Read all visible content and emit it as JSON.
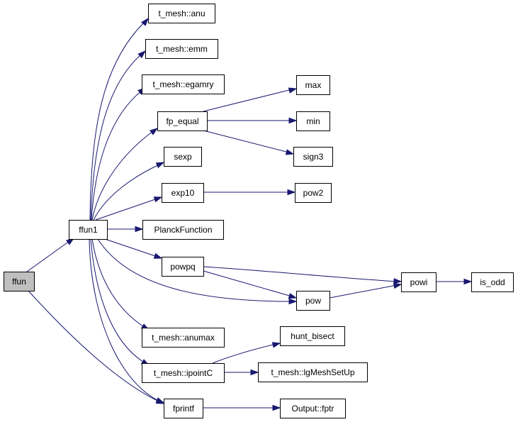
{
  "graph": {
    "colors": {
      "edge": "#191970",
      "root_fill": "#bfbfbf",
      "node_fill": "#ffffff",
      "node_border": "#000000"
    },
    "nodes": [
      {
        "id": "ffun",
        "label": "ffun",
        "root": true
      },
      {
        "id": "ffun1",
        "label": "ffun1"
      },
      {
        "id": "anu",
        "label": "t_mesh::anu"
      },
      {
        "id": "emm",
        "label": "t_mesh::emm"
      },
      {
        "id": "egamry",
        "label": "t_mesh::egamry"
      },
      {
        "id": "fp_equal",
        "label": "fp_equal"
      },
      {
        "id": "sexp",
        "label": "sexp"
      },
      {
        "id": "exp10",
        "label": "exp10"
      },
      {
        "id": "planck",
        "label": "PlanckFunction"
      },
      {
        "id": "powpq",
        "label": "powpq"
      },
      {
        "id": "pow",
        "label": "pow"
      },
      {
        "id": "anumax",
        "label": "t_mesh::anumax"
      },
      {
        "id": "ipointC",
        "label": "t_mesh::ipointC"
      },
      {
        "id": "fprintf",
        "label": "fprintf"
      },
      {
        "id": "max",
        "label": "max"
      },
      {
        "id": "min",
        "label": "min"
      },
      {
        "id": "sign3",
        "label": "sign3"
      },
      {
        "id": "pow2",
        "label": "pow2"
      },
      {
        "id": "powi",
        "label": "powi"
      },
      {
        "id": "is_odd",
        "label": "is_odd"
      },
      {
        "id": "hunt_bisect",
        "label": "hunt_bisect"
      },
      {
        "id": "lgMeshSetUp",
        "label": "t_mesh::lgMeshSetUp"
      },
      {
        "id": "fptr",
        "label": "Output::fptr"
      }
    ],
    "edges": [
      {
        "from": "ffun",
        "to": "ffun1"
      },
      {
        "from": "ffun",
        "to": "fprintf"
      },
      {
        "from": "ffun1",
        "to": "anu"
      },
      {
        "from": "ffun1",
        "to": "emm"
      },
      {
        "from": "ffun1",
        "to": "egamry"
      },
      {
        "from": "ffun1",
        "to": "fp_equal"
      },
      {
        "from": "ffun1",
        "to": "sexp"
      },
      {
        "from": "ffun1",
        "to": "exp10"
      },
      {
        "from": "ffun1",
        "to": "planck"
      },
      {
        "from": "ffun1",
        "to": "powpq"
      },
      {
        "from": "ffun1",
        "to": "pow"
      },
      {
        "from": "ffun1",
        "to": "anumax"
      },
      {
        "from": "ffun1",
        "to": "ipointC"
      },
      {
        "from": "ffun1",
        "to": "fprintf"
      },
      {
        "from": "fp_equal",
        "to": "max"
      },
      {
        "from": "fp_equal",
        "to": "min"
      },
      {
        "from": "fp_equal",
        "to": "sign3"
      },
      {
        "from": "exp10",
        "to": "pow2"
      },
      {
        "from": "powpq",
        "to": "powi"
      },
      {
        "from": "powpq",
        "to": "pow"
      },
      {
        "from": "pow",
        "to": "powi"
      },
      {
        "from": "powi",
        "to": "is_odd"
      },
      {
        "from": "ipointC",
        "to": "hunt_bisect"
      },
      {
        "from": "ipointC",
        "to": "lgMeshSetUp"
      },
      {
        "from": "fprintf",
        "to": "fptr"
      }
    ]
  }
}
